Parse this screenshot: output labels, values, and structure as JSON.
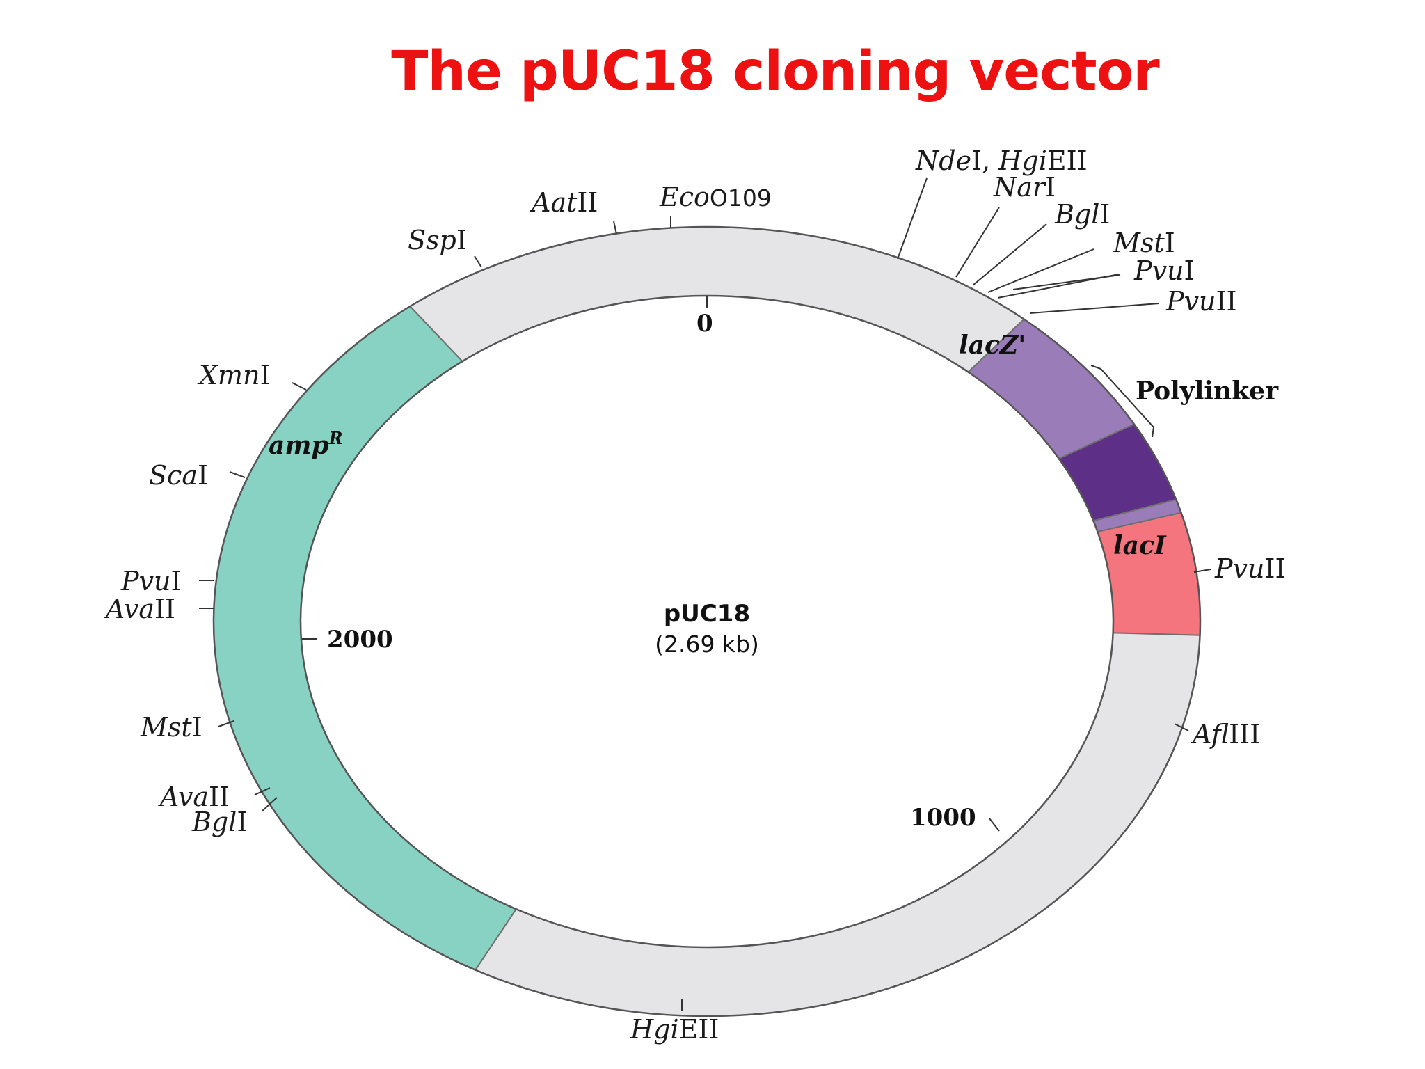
{
  "title": "The pUC18 cloning vector",
  "plasmid": {
    "name": "pUC18",
    "size": "(2.69 kb)"
  },
  "colors": {
    "title": "#ee1111",
    "backbone": "#e5e4e7",
    "ampR": "#88d2c4",
    "lacZ": "#9a7cb8",
    "polylinker": "#5e2f86",
    "lacI": "#f4757d"
  },
  "regions": {
    "ampR": {
      "label_main": "amp",
      "label_sup": "R"
    },
    "lacZ": {
      "label": "lacZ'"
    },
    "lacI": {
      "label": "lacI"
    },
    "polylinker": {
      "label": "Polylinker"
    }
  },
  "scale_ticks": [
    "0",
    "1000",
    "2000"
  ],
  "sites": {
    "ndeI": [
      "Nde",
      "I, ",
      "Hgi",
      "EII"
    ],
    "narI": [
      "Nar",
      "I"
    ],
    "bglI_top": [
      "Bgl",
      "I"
    ],
    "mstI_top": [
      "Mst",
      "I"
    ],
    "pvuI_top": [
      "Pvu",
      "I"
    ],
    "pvuII_top": [
      "Pvu",
      "II"
    ],
    "pvuII_right": [
      "Pvu",
      "II"
    ],
    "aflIII": [
      "Afl",
      "III"
    ],
    "hgiEII_bottom": [
      "Hgi",
      "EII"
    ],
    "bglI_left": [
      "Bgl",
      "I"
    ],
    "avaII_lower": [
      "Ava",
      "II"
    ],
    "mstI_left": [
      "Mst",
      "I"
    ],
    "avaII_left": [
      "Ava",
      "II"
    ],
    "pvuI_left": [
      "Pvu",
      "I"
    ],
    "scaI": [
      "Sca",
      "I"
    ],
    "xmnI": [
      "Xmn",
      "I"
    ],
    "sspI": [
      "Ssp",
      "I"
    ],
    "aatII": [
      "Aat",
      "II"
    ],
    "eco0109": [
      "Eco",
      "O109"
    ]
  }
}
